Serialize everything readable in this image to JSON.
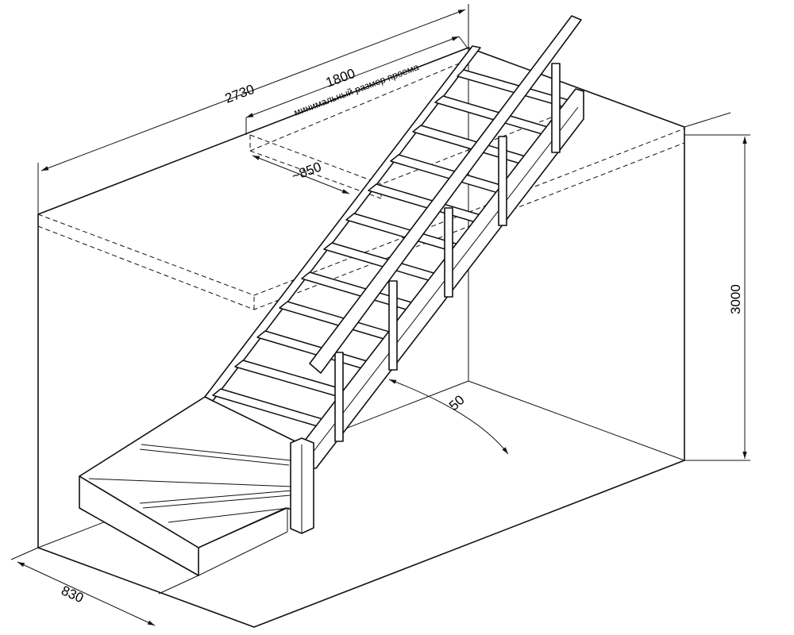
{
  "dimensions": {
    "total_length": "2730",
    "opening_length": "1800",
    "opening_note": "минимальный размер проема",
    "opening_width": "~850",
    "height": "3000",
    "angle": "50",
    "width": "830"
  }
}
